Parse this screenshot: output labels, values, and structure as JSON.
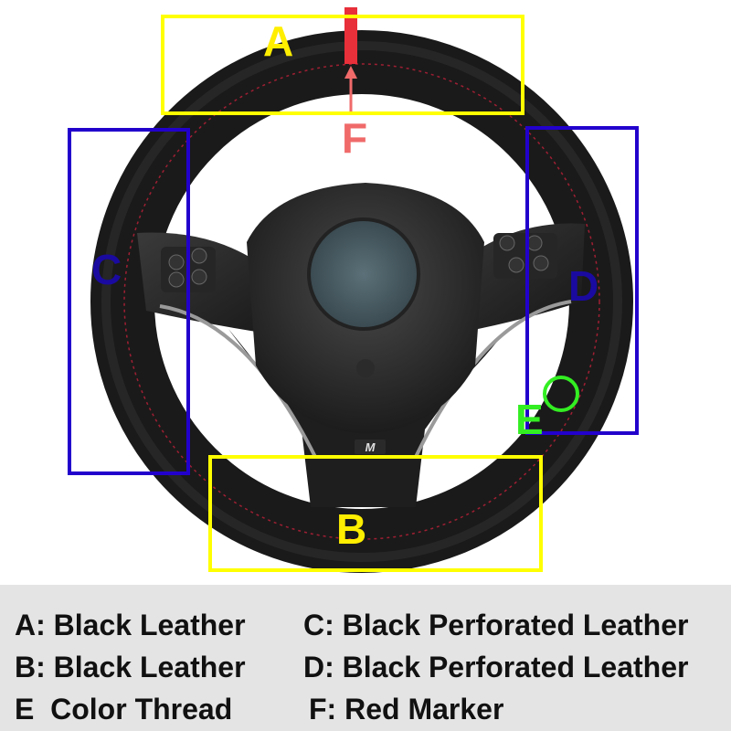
{
  "image": {
    "subject": "steering-wheel",
    "colors": {
      "leather": "#1a1a1a",
      "stitch": "#c0203a",
      "red_marker": "#e8303a",
      "zone_yellow": "#ffff00",
      "zone_blue": "#2200cc",
      "marker_pink": "#f06a6a",
      "thread_green": "#33ee22",
      "legend_bg": "#e4e4e4"
    },
    "badge_text": "M"
  },
  "zones": [
    {
      "id": "A",
      "letter": "A",
      "color": "#ffff00"
    },
    {
      "id": "B",
      "letter": "B",
      "color": "#ffff00"
    },
    {
      "id": "C",
      "letter": "C",
      "color": "#2200cc"
    },
    {
      "id": "D",
      "letter": "D",
      "color": "#2200cc"
    },
    {
      "id": "E",
      "letter": "E",
      "color": "#33ee22"
    },
    {
      "id": "F",
      "letter": "F",
      "color": "#f06a6a"
    }
  ],
  "legend": {
    "a": "A: Black Leather",
    "b": "B: Black Leather",
    "e": "E  Color Thread",
    "c": "C: Black Perforated Leather",
    "d": "D: Black Perforated Leather",
    "f": "F: Red Marker"
  }
}
